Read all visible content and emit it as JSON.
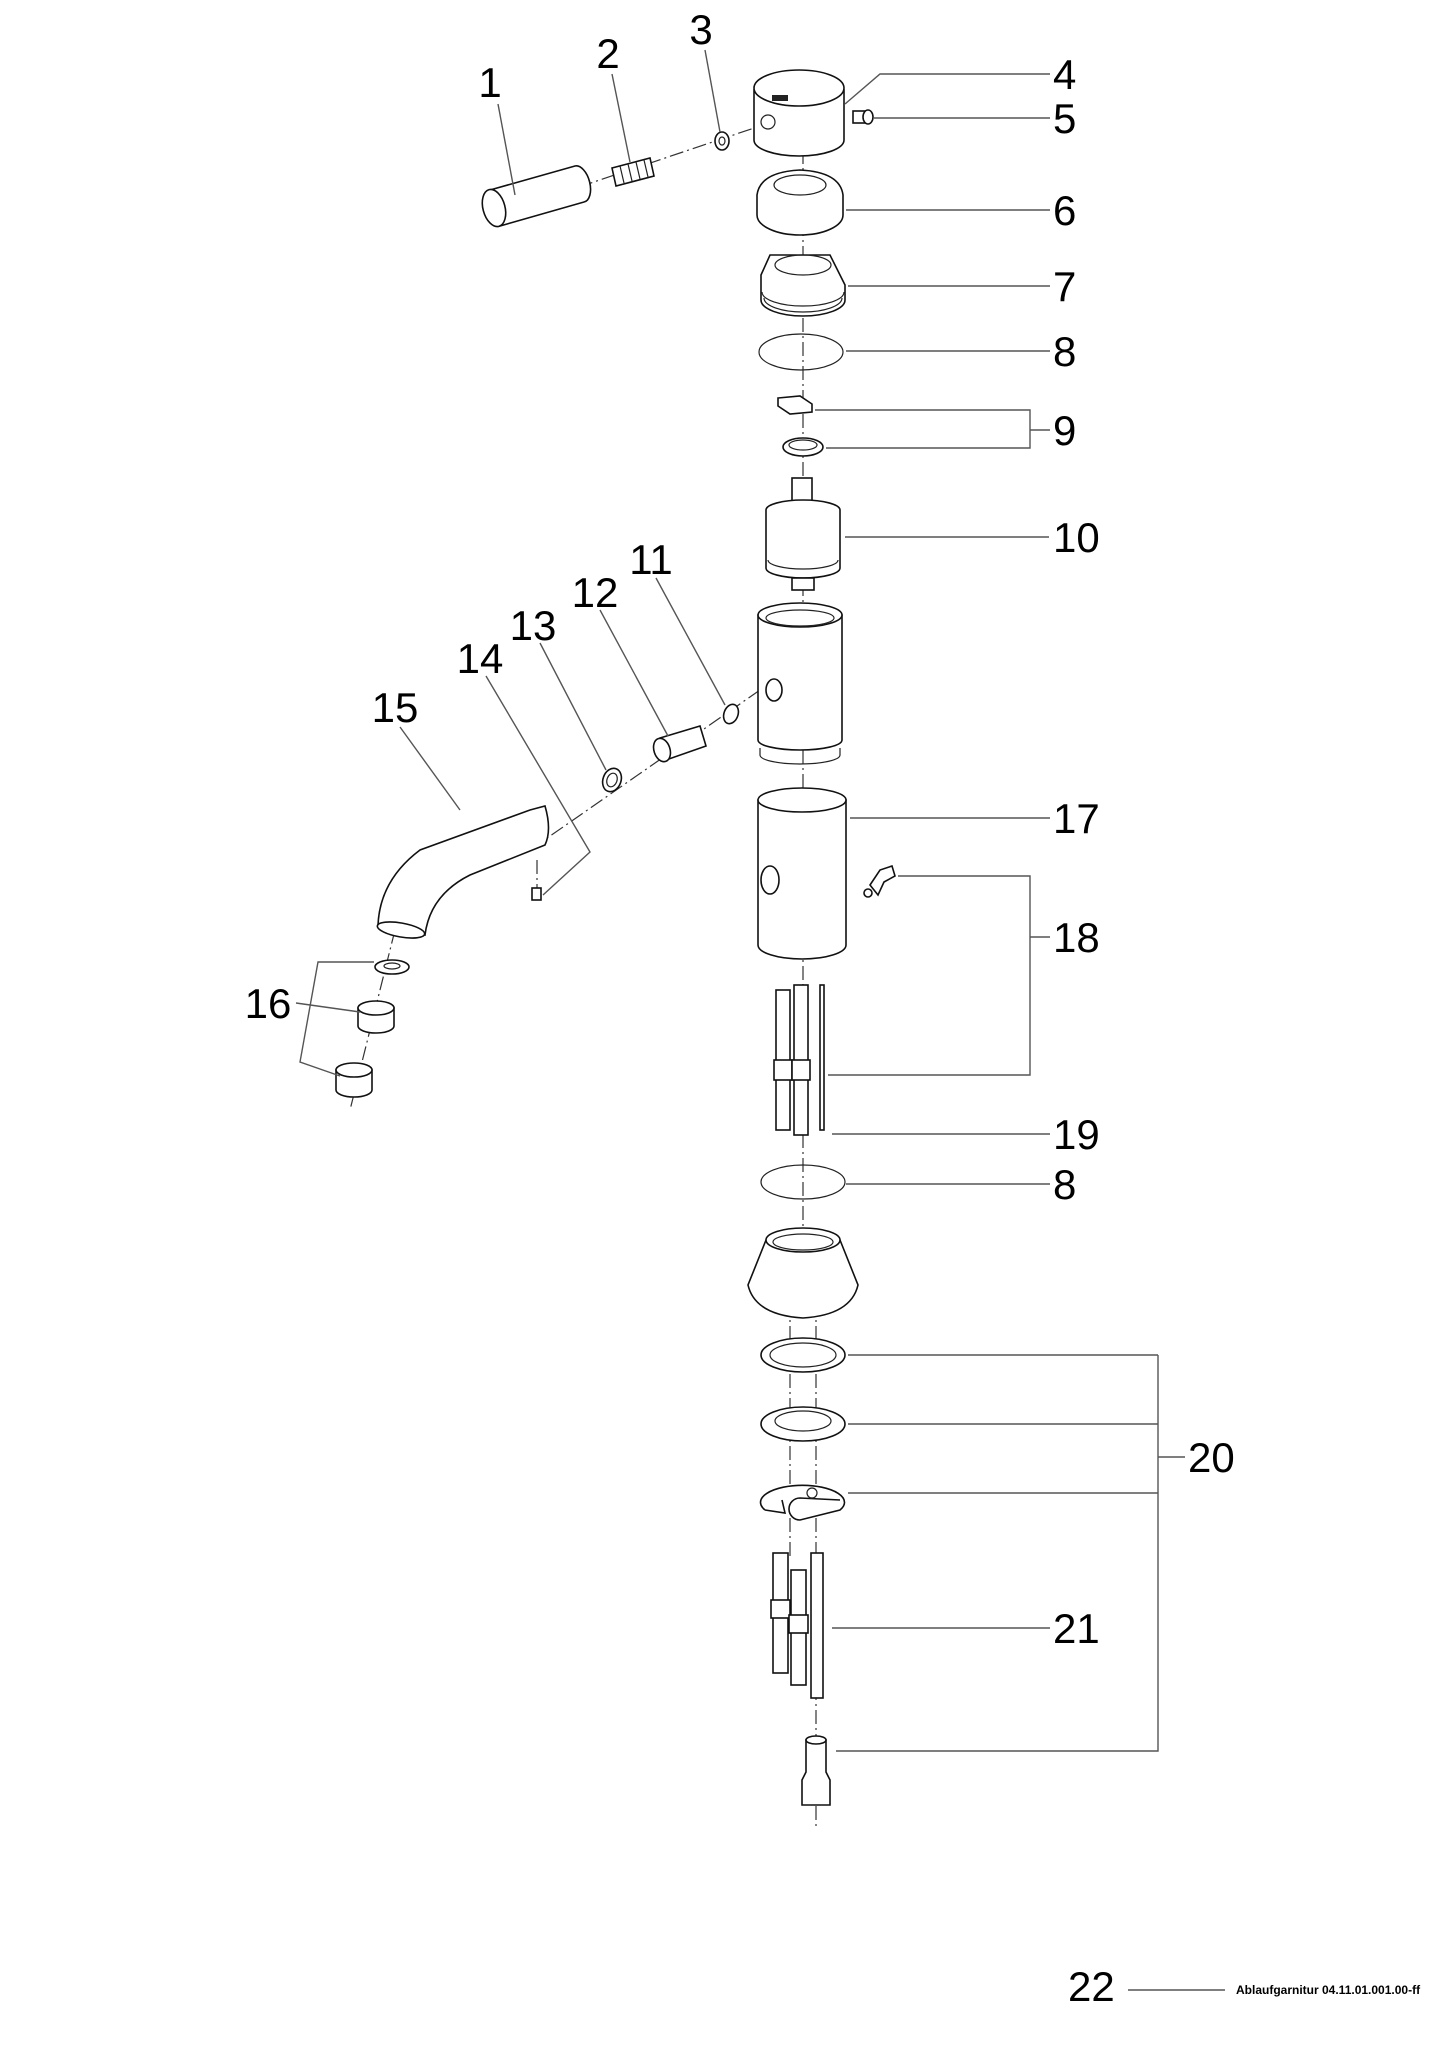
{
  "labels": {
    "p1": "1",
    "p2": "2",
    "p3": "3",
    "p4": "4",
    "p5": "5",
    "p6": "6",
    "p7": "7",
    "p8": "8",
    "p9": "9",
    "p10": "10",
    "p11": "11",
    "p12": "12",
    "p13": "13",
    "p14": "14",
    "p15": "15",
    "p16": "16",
    "p17": "17",
    "p18": "18",
    "p19": "19",
    "p8b": "8",
    "p20": "20",
    "p21": "21",
    "p22": "22"
  },
  "caption": "Ablaufgarnitur 04.11.01.001.00-ff"
}
